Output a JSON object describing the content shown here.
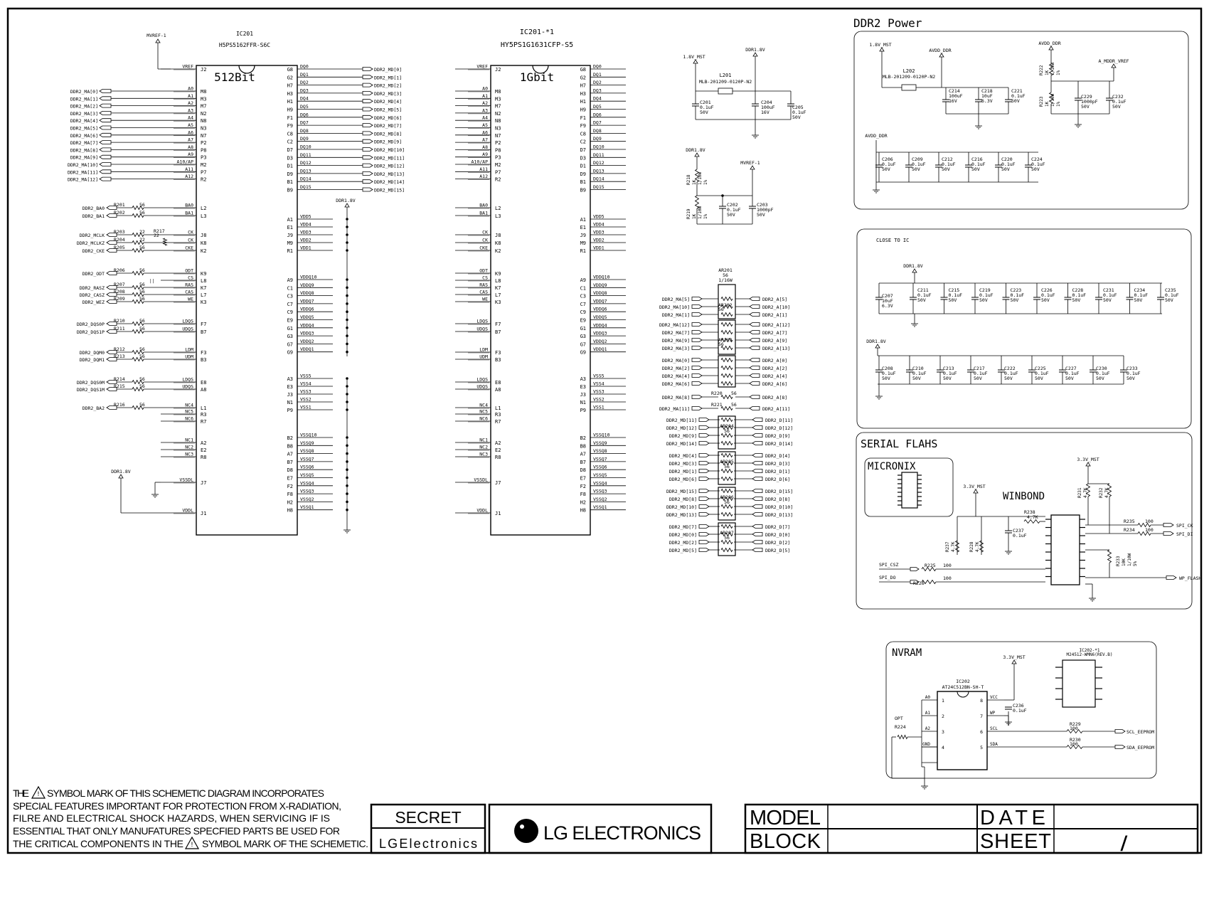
{
  "ic201": {
    "ref": "IC201",
    "part": "H5PS5162FFR-S6C",
    "size_label": "512Bit",
    "left_pins": [
      {
        "net": "",
        "sig": "VREF",
        "pin": "J2"
      },
      {
        "net": "DDR2_MA[0]",
        "sig": "A0",
        "pin": "M8"
      },
      {
        "net": "DDR2_MA[1]",
        "sig": "A1",
        "pin": "M3"
      },
      {
        "net": "DDR2_MA[2]",
        "sig": "A2",
        "pin": "M7"
      },
      {
        "net": "DDR2_MA[3]",
        "sig": "A3",
        "pin": "N2"
      },
      {
        "net": "DDR2_MA[4]",
        "sig": "A4",
        "pin": "N8"
      },
      {
        "net": "DDR2_MA[5]",
        "sig": "A5",
        "pin": "N3"
      },
      {
        "net": "DDR2_MA[6]",
        "sig": "A6",
        "pin": "N7"
      },
      {
        "net": "DDR2_MA[7]",
        "sig": "A7",
        "pin": "P2"
      },
      {
        "net": "DDR2_MA[8]",
        "sig": "A8",
        "pin": "P8"
      },
      {
        "net": "DDR2_MA[9]",
        "sig": "A9",
        "pin": "P3"
      },
      {
        "net": "DDR2_MA[10]",
        "sig": "A10/AP",
        "pin": "M2"
      },
      {
        "net": "DDR2_MA[11]",
        "sig": "A11",
        "pin": "P7"
      },
      {
        "net": "DDR2_MA[12]",
        "sig": "A12",
        "pin": "R2"
      },
      {
        "net": "DDR2_BA0",
        "res": "R201",
        "val": "56",
        "sig": "BA0",
        "pin": "L2"
      },
      {
        "net": "DDR2_BA1",
        "res": "R202",
        "val": "56",
        "sig": "BA1",
        "pin": "L3"
      },
      {
        "net": "DDR2_MCLK",
        "res": "R203",
        "val": "22",
        "sig": "CK",
        "pin": "J8"
      },
      {
        "net": "DDR2_MCLKZ",
        "res": "R204",
        "val": "22",
        "sig": "CK",
        "pin": "K8"
      },
      {
        "net": "DDR2_CKE",
        "res": "R205",
        "val": "56",
        "sig": "CKE",
        "pin": "K2"
      },
      {
        "net": "DDR2_ODT",
        "res": "R206",
        "val": "56",
        "sig": "ODT",
        "pin": "K9"
      },
      {
        "net": "",
        "sig": "CS",
        "pin": "L8"
      },
      {
        "net": "DDR2_RASZ",
        "res": "R207",
        "val": "56",
        "sig": "RAS",
        "pin": "K7"
      },
      {
        "net": "DDR2_CASZ",
        "res": "R208",
        "val": "56",
        "sig": "CAS",
        "pin": "L7"
      },
      {
        "net": "DDR2_WEZ",
        "res": "R209",
        "val": "56",
        "sig": "WE",
        "pin": "K3"
      },
      {
        "net": "DDR2_DQS0P",
        "res": "R210",
        "val": "56",
        "sig": "LDQS",
        "pin": "F7"
      },
      {
        "net": "DDR2_DQS1P",
        "res": "R211",
        "val": "56",
        "sig": "UDQS",
        "pin": "B7"
      },
      {
        "net": "DDR2_DQM0",
        "res": "R212",
        "val": "56",
        "sig": "LDM",
        "pin": "F3"
      },
      {
        "net": "DDR2_DQM1",
        "res": "R213",
        "val": "56",
        "sig": "UDM",
        "pin": "B3"
      },
      {
        "net": "DDR2_DQS0M",
        "res": "R214",
        "val": "56",
        "sig": "LDQS",
        "pin": "E8"
      },
      {
        "net": "DDR2_DQS1M",
        "res": "R215",
        "val": "56",
        "sig": "UDQS",
        "pin": "A8"
      },
      {
        "net": "DDR2_BA2",
        "res": "R216",
        "val": "56",
        "sig": "NC4",
        "pin": "L1"
      },
      {
        "net": "",
        "sig": "NC5",
        "pin": "R3"
      },
      {
        "net": "",
        "sig": "NC6",
        "pin": "R7"
      },
      {
        "net": "",
        "sig": "NC1",
        "pin": "A2"
      },
      {
        "net": "",
        "sig": "NC2",
        "pin": "E2"
      },
      {
        "net": "",
        "sig": "NC3",
        "pin": "R8"
      },
      {
        "net": "",
        "sig": "VSSDL",
        "pin": "J7"
      },
      {
        "net": "",
        "sig": "VDDL",
        "pin": "J1"
      }
    ],
    "right_pins": [
      {
        "pin": "G8",
        "sig": "DQ0",
        "net": "DDR2_MD[0]"
      },
      {
        "pin": "G2",
        "sig": "DQ1",
        "net": "DDR2_MD[1]"
      },
      {
        "pin": "H7",
        "sig": "DQ2",
        "net": "DDR2_MD[2]"
      },
      {
        "pin": "H3",
        "sig": "DQ3",
        "net": "DDR2_MD[3]"
      },
      {
        "pin": "H1",
        "sig": "DQ4",
        "net": "DDR2_MD[4]"
      },
      {
        "pin": "H9",
        "sig": "DQ5",
        "net": "DDR2_MD[5]"
      },
      {
        "pin": "F1",
        "sig": "DQ6",
        "net": "DDR2_MD[6]"
      },
      {
        "pin": "F9",
        "sig": "DQ7",
        "net": "DDR2_MD[7]"
      },
      {
        "pin": "C8",
        "sig": "DQ8",
        "net": "DDR2_MD[8]"
      },
      {
        "pin": "C2",
        "sig": "DQ9",
        "net": "DDR2_MD[9]"
      },
      {
        "pin": "D7",
        "sig": "DQ10",
        "net": "DDR2_MD[10]"
      },
      {
        "pin": "D3",
        "sig": "DQ11",
        "net": "DDR2_MD[11]"
      },
      {
        "pin": "D1",
        "sig": "DQ12",
        "net": "DDR2_MD[12]"
      },
      {
        "pin": "D9",
        "sig": "DQ13",
        "net": "DDR2_MD[13]"
      },
      {
        "pin": "B1",
        "sig": "DQ14",
        "net": "DDR2_MD[14]"
      },
      {
        "pin": "B9",
        "sig": "DQ15",
        "net": "DDR2_MD[15]"
      },
      {
        "pin": "A1",
        "sig": "VDD5"
      },
      {
        "pin": "E1",
        "sig": "VDD4"
      },
      {
        "pin": "J9",
        "sig": "VDD3"
      },
      {
        "pin": "M9",
        "sig": "VDD2"
      },
      {
        "pin": "R1",
        "sig": "VDD1"
      },
      {
        "pin": "A9",
        "sig": "VDDQ10"
      },
      {
        "pin": "C1",
        "sig": "VDDQ9"
      },
      {
        "pin": "C3",
        "sig": "VDDQ8"
      },
      {
        "pin": "C7",
        "sig": "VDDQ7"
      },
      {
        "pin": "C9",
        "sig": "VDDQ6"
      },
      {
        "pin": "E9",
        "sig": "VDDQ5"
      },
      {
        "pin": "G1",
        "sig": "VDDQ4"
      },
      {
        "pin": "G3",
        "sig": "VDDQ3"
      },
      {
        "pin": "G7",
        "sig": "VDDQ2"
      },
      {
        "pin": "G9",
        "sig": "VDDQ1"
      },
      {
        "pin": "A3",
        "sig": "VSS5"
      },
      {
        "pin": "E3",
        "sig": "VSS4"
      },
      {
        "pin": "J3",
        "sig": "VSS3"
      },
      {
        "pin": "N1",
        "sig": "VSS2"
      },
      {
        "pin": "P9",
        "sig": "VSS1"
      },
      {
        "pin": "B2",
        "sig": "VSSQ10"
      },
      {
        "pin": "B8",
        "sig": "VSSQ9"
      },
      {
        "pin": "A7",
        "sig": "VSSQ8"
      },
      {
        "pin": "B7",
        "sig": "VSSQ7"
      },
      {
        "pin": "D8",
        "sig": "VSSQ6"
      },
      {
        "pin": "E7",
        "sig": "VSSQ5"
      },
      {
        "pin": "F2",
        "sig": "VSSQ4"
      },
      {
        "pin": "F8",
        "sig": "VSSQ3"
      },
      {
        "pin": "H2",
        "sig": "VSSQ2"
      },
      {
        "pin": "H8",
        "sig": "VSSQ1"
      }
    ],
    "vref_net": "MVREF-1",
    "vdd_net": "DDR1.8V",
    "ddr_net": "DDR1.8V",
    "r217": "R217",
    "r217_val": "22",
    "cap": "||"
  },
  "ic201_1": {
    "ref": "IC201-*1",
    "part": "HY5PS1G1631CFP-S5",
    "size_label": "1Gbit"
  },
  "ddr_left_cluster": {
    "l201": "L201",
    "l201_part": "MLB-201209-0120P-N2",
    "net_18mst": "1.8V_MST",
    "net_ddr": "DDR1.8V",
    "c201": [
      "C201",
      "0.1uF",
      "50V"
    ],
    "c204": [
      "C204",
      "100uF",
      "16V"
    ],
    "c205": [
      "C205",
      "0.1uF",
      "50V"
    ],
    "net_ddr2": "DDR1.8V",
    "net_mvref": "MVREF-1",
    "r218": [
      "R218",
      "1K",
      "1/10W",
      "1%"
    ],
    "r219": [
      "R219",
      "1K",
      "1/10W",
      "1%"
    ],
    "c202": [
      "C202",
      "0.1uF",
      "50V"
    ],
    "c203": [
      "C203",
      "1000pF",
      "50V"
    ]
  },
  "ar_block": {
    "ar201": [
      "AR201",
      "56",
      "1/16W"
    ],
    "left": [
      "DDR2_MA[5]",
      "DDR2_MA[10]",
      "DDR2_MA[1]",
      "DDR2_MA[12]",
      "DDR2_MA[7]",
      "DDR2_MA[9]",
      "DDR2_MA[3]",
      "DDR2_MA[0]",
      "DDR2_MA[2]",
      "DDR2_MA[4]",
      "DDR2_MA[6]",
      "DDR2_MA[8]",
      "DDR2_MA[11]"
    ],
    "right": [
      "DDR2_A[5]",
      "DDR2_A[10]",
      "DDR2_A[1]",
      "DDR2_A[12]",
      "DDR2_A[7]",
      "DDR2_A[9]",
      "DDR2_A[13]",
      "DDR2_A[0]",
      "DDR2_A[2]",
      "DDR2_A[4]",
      "DDR2_A[6]",
      "DDR2_A[8]",
      "DDR2_A[11]"
    ],
    "r220": [
      "R220",
      "56"
    ],
    "r221": [
      "R221",
      "56"
    ],
    "ar_labels": [
      "AR202",
      "56",
      "AR203",
      "56"
    ],
    "md_left": [
      "DDR2_MD[11]",
      "DDR2_MD[12]",
      "DDR2_MD[9]",
      "DDR2_MD[14]",
      "DDR2_MD[4]",
      "DDR2_MD[3]",
      "DDR2_MD[1]",
      "DDR2_MD[6]",
      "DDR2_MD[15]",
      "DDR2_MD[8]",
      "DDR2_MD[10]",
      "DDR2_MD[13]",
      "DDR2_MD[7]",
      "DDR2_MD[0]",
      "DDR2_MD[2]",
      "DDR2_MD[5]"
    ],
    "md_right": [
      "DDR2_D[11]",
      "DDR2_D[12]",
      "DDR2_D[9]",
      "DDR2_D[14]",
      "DDR2_D[4]",
      "DDR2_D[3]",
      "DDR2_D[1]",
      "DDR2_D[6]",
      "DDR2_D[15]",
      "DDR2_D[8]",
      "DDR2_D[10]",
      "DDR2_D[13]",
      "DDR2_D[7]",
      "DDR2_D[0]",
      "DDR2_D[2]",
      "DDR2_D[5]"
    ],
    "md_ar": [
      [
        "AR204",
        "56"
      ],
      [
        "AR205",
        "56"
      ],
      [
        "AR206",
        "56"
      ],
      [
        "AR207",
        "56"
      ]
    ]
  },
  "ddr2_power": {
    "title": "DDR2 Power",
    "net_18mst": "1.8V_MST",
    "net_avdd": "AVDD_DDR",
    "net_avdd2": "AVDD_DDR",
    "net_avdd3": "AVDD_DDR",
    "net_vref": "A_MDDR_VREF",
    "l202": "L202",
    "l202_part": "MLB-201209-0120P-N2",
    "caps_top": [
      [
        "C214",
        "100uF",
        "16V"
      ],
      [
        "C218",
        "10uF",
        "6.3V"
      ],
      [
        "C221",
        "0.1uF",
        "50V"
      ]
    ],
    "r222": [
      "R222",
      "1K",
      "1/10W",
      "1%"
    ],
    "r223": [
      "R223",
      "1K",
      "1/10W",
      "1%"
    ],
    "caps_vref": [
      [
        "C229",
        "1000pF",
        "50V"
      ],
      [
        "C232",
        "0.1uF",
        "50V"
      ]
    ],
    "caps_row": [
      [
        "C206",
        "0.1uF",
        "50V"
      ],
      [
        "C209",
        "0.1uF",
        "50V"
      ],
      [
        "C212",
        "0.1uF",
        "50V"
      ],
      [
        "C216",
        "0.1uF",
        "50V"
      ],
      [
        "C220",
        "0.1uF",
        "50V"
      ],
      [
        "C224",
        "0.1uF",
        "50V"
      ]
    ]
  },
  "close_to_ic": {
    "title": "CLOSE TO IC",
    "net1": "DDR1.8V",
    "row1_first": [
      "C207",
      "10uF",
      "6.3V"
    ],
    "row1": [
      [
        "C211",
        "0.1uF",
        "50V"
      ],
      [
        "C215",
        "0.1uF",
        "50V"
      ],
      [
        "C219",
        "0.1uF",
        "50V"
      ],
      [
        "C223",
        "0.1uF",
        "50V"
      ],
      [
        "C226",
        "0.1uF",
        "50V"
      ],
      [
        "C228",
        "0.1uF",
        "50V"
      ],
      [
        "C231",
        "0.1uF",
        "50V"
      ],
      [
        "C234",
        "0.1uF",
        "50V"
      ],
      [
        "C235",
        "0.1uF",
        "50V"
      ]
    ],
    "net2": "DDR1.8V",
    "row2": [
      [
        "C208",
        "0.1uF",
        "50V"
      ],
      [
        "C210",
        "0.1uF",
        "50V"
      ],
      [
        "C213",
        "0.1uF",
        "50V"
      ],
      [
        "C217",
        "0.1uF",
        "50V"
      ],
      [
        "C222",
        "0.1uF",
        "50V"
      ],
      [
        "C225",
        "0.1uF",
        "50V"
      ],
      [
        "C227",
        "0.1uF",
        "50V"
      ],
      [
        "C230",
        "0.1uF",
        "50V"
      ],
      [
        "C233",
        "0.1uF",
        "50V"
      ]
    ]
  },
  "serial_flash": {
    "title": "SERIAL FLAHS",
    "micronix": "MICRONIX",
    "winbond": "WINBOND",
    "net_33_a": "3.3V_MST",
    "net_33_b": "3.3V_MST",
    "r238": [
      "R238",
      "4.7K"
    ],
    "r231": [
      "R231",
      "4.7K"
    ],
    "r232": [
      "R232",
      "4.7K"
    ],
    "r237": [
      "R237",
      "4.7K"
    ],
    "r228": [
      "R228",
      "4.7K"
    ],
    "c237": [
      "C237",
      "0.1uF"
    ],
    "r235": [
      "R235",
      "100"
    ],
    "r234": [
      "R234",
      "100"
    ],
    "r233": [
      "R233",
      "10K",
      "1/10W",
      "5%"
    ],
    "r225": [
      "R225",
      "100"
    ],
    "r226": [
      "R226",
      "100"
    ],
    "spi_csz": "SPI_CSZ",
    "spi_do": "SPI_DO",
    "spi_ck": "SPI_CK",
    "spi_di": "SPI_DI",
    "wp_flash": "WP_FLASH"
  },
  "nvram": {
    "title": "NVRAM",
    "ic202": "IC202",
    "ic202_part": "AT24C512BN-SH-T",
    "ic202_1": "IC202-*1",
    "ic202_1_part": "M24512-WMN6(REV.B)",
    "net_33": "3.3V_MST",
    "c236": [
      "C236",
      "0.1uF"
    ],
    "opt": "OPT",
    "r224": "R224",
    "r229": [
      "R229",
      "100"
    ],
    "r230": [
      "R230",
      "100"
    ],
    "pins_left": [
      [
        "A0",
        "1"
      ],
      [
        "A1",
        "2"
      ],
      [
        "A2",
        "3"
      ],
      [
        "GND",
        "4"
      ]
    ],
    "pins_right": [
      [
        "8",
        "VCC"
      ],
      [
        "7",
        "WP"
      ],
      [
        "6",
        "SCL"
      ],
      [
        "5",
        "SDA"
      ]
    ],
    "scl": "SCL_EEPROM",
    "sda": "SDA_EEPROM"
  },
  "footer": {
    "warning": [
      "THE",
      "SYMBOL MARK OF THIS SCHEMETIC DIAGRAM INCORPORATES",
      "SPECIAL FEATURES IMPORTANT FOR PROTECTION FROM X-RADIATION,",
      "FILRE AND ELECTRICAL SHOCK HAZARDS, WHEN SERVICING IF IS",
      "ESSENTIAL THAT ONLY MANUFATURES SPECFIED PARTS BE USED FOR",
      "THE CRITICAL COMPONENTS IN THE",
      "SYMBOL MARK OF THE SCHEMETIC."
    ],
    "secret": "SECRET",
    "lge_small": "LGElectronics",
    "lg_logo_text": "LG ELECTRONICS",
    "model": "MODEL",
    "date": "DATE",
    "block": "BLOCK",
    "sheet": "SHEET",
    "sheet_sep": "/"
  }
}
